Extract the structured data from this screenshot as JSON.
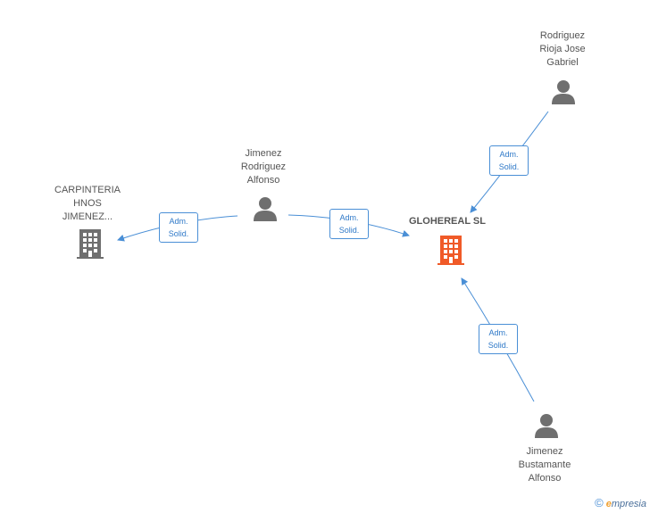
{
  "nodes": {
    "carpinteria": {
      "lines": [
        "CARPINTERIA",
        "HNOS",
        "JIMENEZ..."
      ]
    },
    "jimenez_rodriguez": {
      "lines": [
        "Jimenez",
        "Rodriguez",
        "Alfonso"
      ]
    },
    "rodriguez_rioja": {
      "lines": [
        "Rodriguez",
        "Rioja Jose",
        "Gabriel"
      ]
    },
    "jimenez_bustamante": {
      "lines": [
        "Jimenez",
        "Bustamante",
        "Alfonso"
      ]
    },
    "glohereal": {
      "label": "GLOHEREAL SL"
    }
  },
  "edges": {
    "e1": {
      "line1": "Adm.",
      "line2": "Solid."
    },
    "e2": {
      "line1": "Adm.",
      "line2": "Solid."
    },
    "e3": {
      "line1": "Adm.",
      "line2": "Solid."
    },
    "e4": {
      "line1": "Adm.",
      "line2": "Solid."
    }
  },
  "footer": {
    "copyright": "©",
    "brand_e": "e",
    "brand_rest": "mpresia"
  },
  "colors": {
    "edge": "#4a8fd6",
    "person": "#6f6f6f",
    "company": "#6f6f6f",
    "focus_company": "#f05a28"
  }
}
